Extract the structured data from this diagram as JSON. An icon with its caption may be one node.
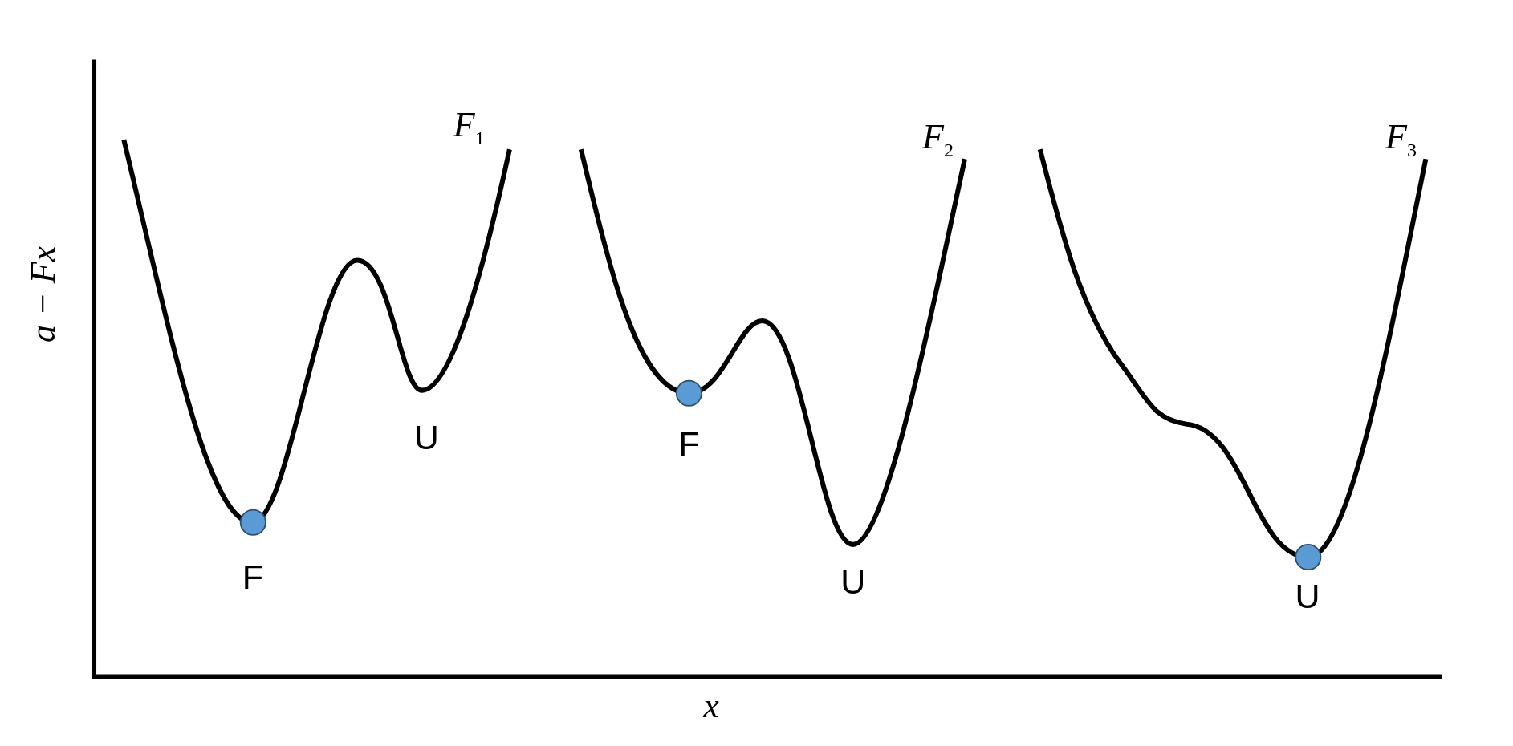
{
  "diagram": {
    "labels": [
      "a − Fx",
      "F$_{1}$",
      "U",
      "F",
      "F$_{2}$",
      "F",
      "U",
      "F$_{3}$",
      "U",
      "x"
    ]
  }
}
